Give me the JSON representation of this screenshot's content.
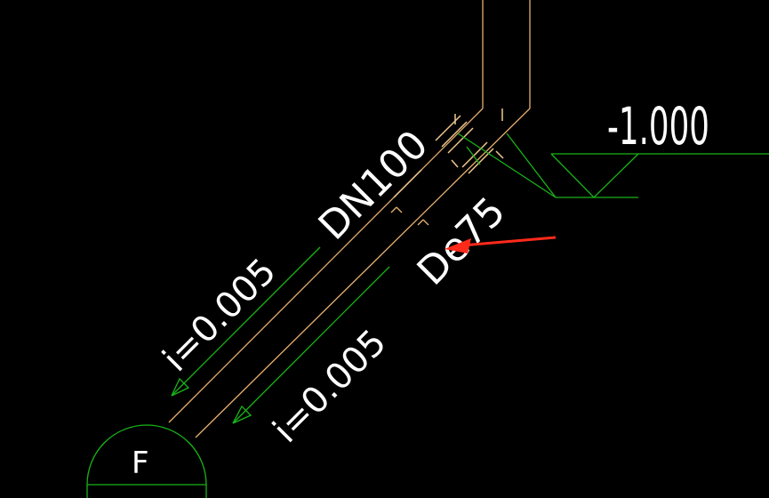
{
  "colors": {
    "background": "#000000",
    "pipe": "#e8b070",
    "pipe_bright": "#f2c890",
    "annotation": "#18b418",
    "text": "#ffffff",
    "arrow": "#ff2a1a"
  },
  "labels": {
    "elevation": "-1.000",
    "pipe_upper_size": "DN100",
    "pipe_lower_size": "De75",
    "slope_upper": "i=0.005",
    "slope_lower": "i=0.005",
    "fixture_letter": "F"
  }
}
